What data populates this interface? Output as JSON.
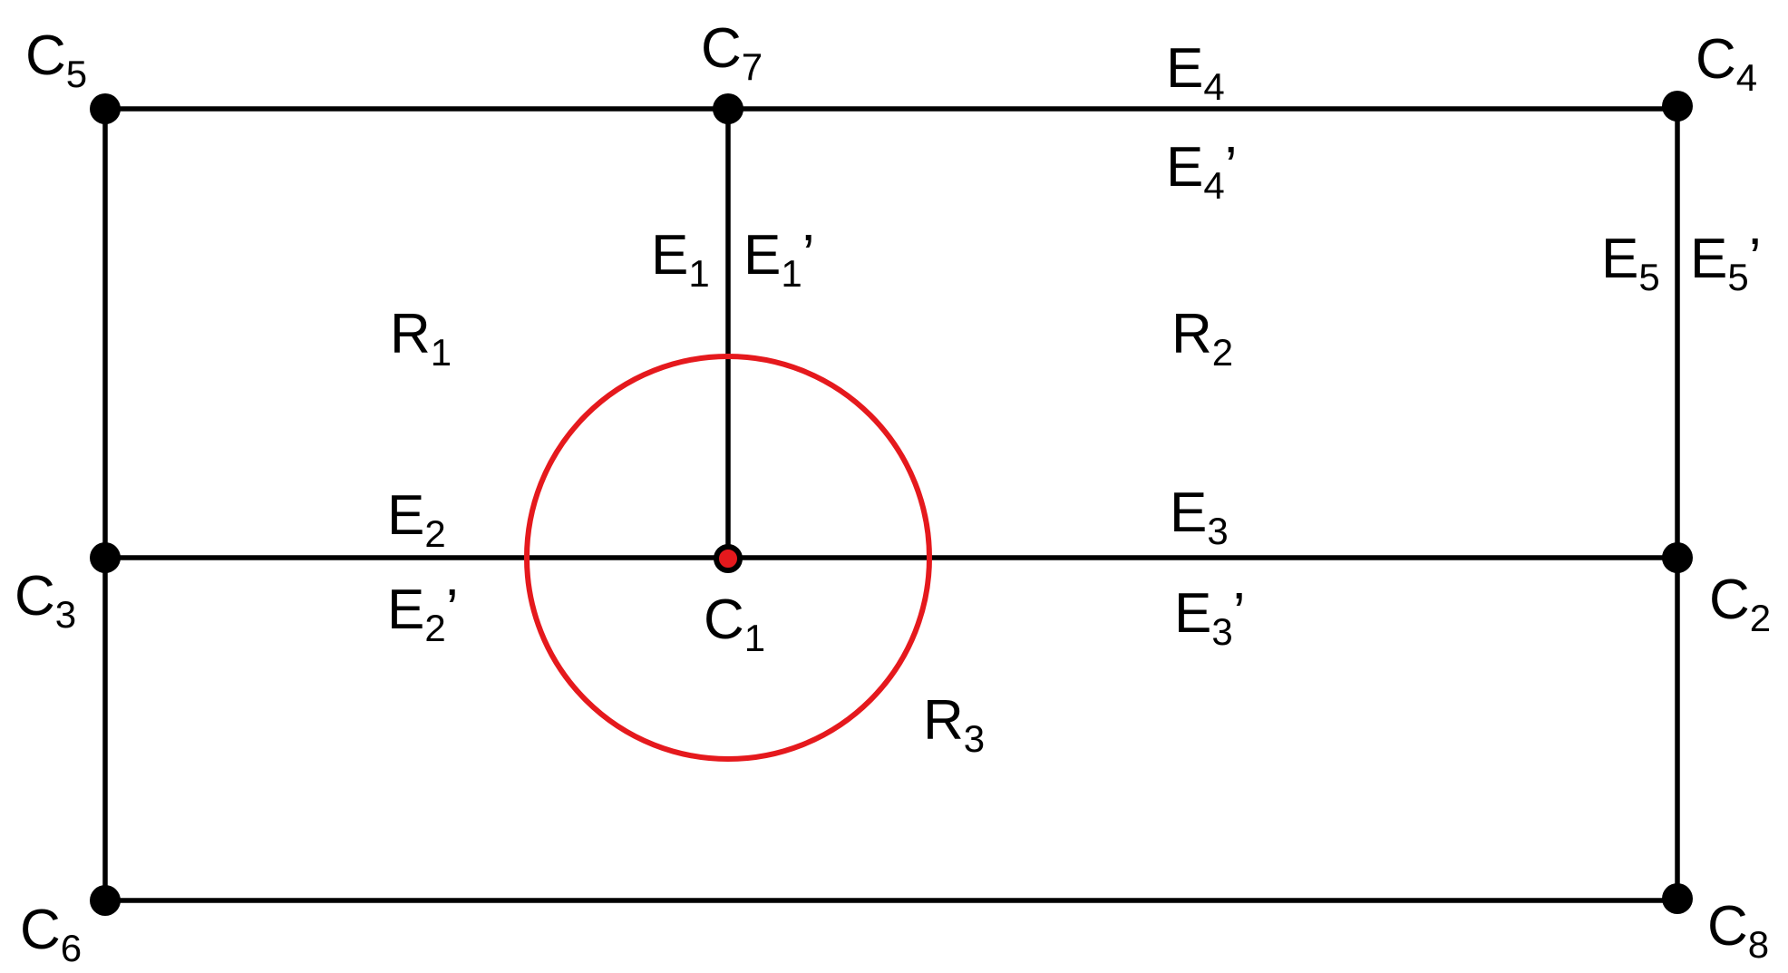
{
  "colors": {
    "edges": "#000000",
    "nodes": "#000000",
    "circle": "#e5191d",
    "center_node": "#e5191d"
  },
  "nodes": {
    "c1": {
      "base": "C",
      "sub": "1",
      "suffix": ""
    },
    "c2": {
      "base": "C",
      "sub": "2",
      "suffix": ""
    },
    "c3": {
      "base": "C",
      "sub": "3",
      "suffix": ""
    },
    "c4": {
      "base": "C",
      "sub": "4",
      "suffix": ""
    },
    "c5": {
      "base": "C",
      "sub": "5",
      "suffix": ""
    },
    "c6": {
      "base": "C",
      "sub": "6",
      "suffix": ""
    },
    "c7": {
      "base": "C",
      "sub": "7",
      "suffix": ""
    },
    "c8": {
      "base": "C",
      "sub": "8",
      "suffix": ""
    }
  },
  "edges": {
    "e1": {
      "base": "E",
      "sub": "1",
      "suffix": ""
    },
    "e1p": {
      "base": "E",
      "sub": "1",
      "suffix": "’"
    },
    "e2": {
      "base": "E",
      "sub": "2",
      "suffix": ""
    },
    "e2p": {
      "base": "E",
      "sub": "2",
      "suffix": "’"
    },
    "e3": {
      "base": "E",
      "sub": "3",
      "suffix": ""
    },
    "e3p": {
      "base": "E",
      "sub": "3",
      "suffix": "’"
    },
    "e4": {
      "base": "E",
      "sub": "4",
      "suffix": ""
    },
    "e4p": {
      "base": "E",
      "sub": "4",
      "suffix": "’"
    },
    "e5": {
      "base": "E",
      "sub": "5",
      "suffix": ""
    },
    "e5p": {
      "base": "E",
      "sub": "5",
      "suffix": "’"
    }
  },
  "regions": {
    "r1": {
      "base": "R",
      "sub": "1",
      "suffix": ""
    },
    "r2": {
      "base": "R",
      "sub": "2",
      "suffix": ""
    },
    "r3": {
      "base": "R",
      "sub": "3",
      "suffix": ""
    }
  }
}
